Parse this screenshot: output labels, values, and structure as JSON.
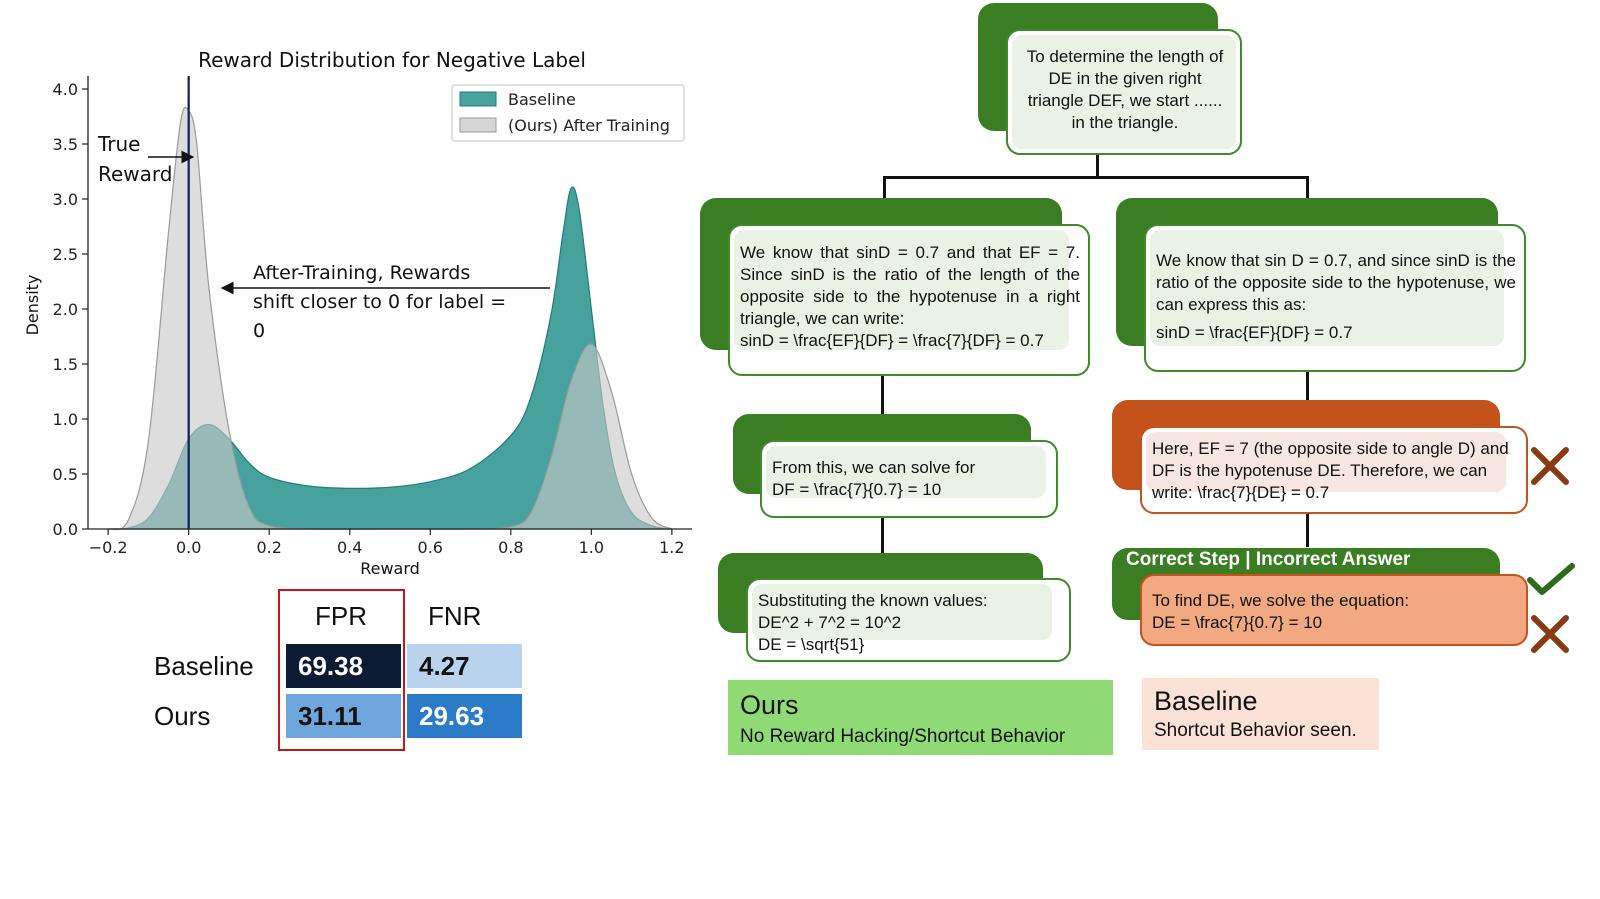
{
  "chart_data": {
    "type": "area",
    "title": "Reward Distribution for Negative Label",
    "xlabel": "Reward",
    "ylabel": "Density",
    "xlim": [
      -0.25,
      1.25
    ],
    "ylim": [
      0,
      4.1
    ],
    "xticks": [
      -0.2,
      0.0,
      0.2,
      0.4,
      0.6,
      0.8,
      1.0,
      1.2
    ],
    "xtick_labels": [
      "−0.2",
      "0.0",
      "0.2",
      "0.4",
      "0.6",
      "0.8",
      "1.0",
      "1.2"
    ],
    "yticks": [
      0.0,
      0.5,
      1.0,
      1.5,
      2.0,
      2.5,
      3.0,
      3.5,
      4.0
    ],
    "ytick_labels": [
      "0.0",
      "0.5",
      "1.0",
      "1.5",
      "2.0",
      "2.5",
      "3.0",
      "3.5",
      "4.0"
    ],
    "legend_position": "top-right",
    "true_reward_x": 0.0,
    "series": [
      {
        "name": "Baseline",
        "color": "#2e9590",
        "x": [
          -0.2,
          -0.15,
          -0.1,
          -0.05,
          0.0,
          0.05,
          0.1,
          0.15,
          0.2,
          0.3,
          0.4,
          0.5,
          0.6,
          0.7,
          0.8,
          0.85,
          0.9,
          0.93,
          0.95,
          0.97,
          1.0,
          1.03,
          1.06,
          1.1,
          1.15,
          1.2
        ],
        "y": [
          0.0,
          0.01,
          0.1,
          0.4,
          0.82,
          0.95,
          0.82,
          0.6,
          0.47,
          0.39,
          0.37,
          0.38,
          0.43,
          0.55,
          0.85,
          1.2,
          1.95,
          2.7,
          3.1,
          2.9,
          2.0,
          1.1,
          0.5,
          0.15,
          0.03,
          0.0
        ]
      },
      {
        "name": "(Ours) After Training",
        "color": "#c8c8c8",
        "x": [
          -0.2,
          -0.15,
          -0.1,
          -0.05,
          -0.02,
          0.0,
          0.02,
          0.05,
          0.1,
          0.15,
          0.2,
          0.3,
          0.5,
          0.7,
          0.8,
          0.85,
          0.9,
          0.95,
          1.0,
          1.05,
          1.1,
          1.15,
          1.2
        ],
        "y": [
          0.0,
          0.08,
          0.8,
          2.7,
          3.7,
          3.8,
          3.5,
          2.2,
          0.9,
          0.2,
          0.03,
          0.0,
          0.0,
          0.0,
          0.02,
          0.15,
          0.65,
          1.35,
          1.68,
          1.25,
          0.5,
          0.1,
          0.0
        ]
      }
    ],
    "annotations": [
      {
        "text": "True\nReward"
      },
      {
        "text": "After-Training, Rewards\nshift closer to 0 for label =\n0"
      }
    ]
  },
  "metrics": {
    "col_fpr": "FPR",
    "col_fnr": "FNR",
    "rows": [
      {
        "label": "Baseline",
        "fpr": "69.38",
        "fnr": "4.27"
      },
      {
        "label": "Ours",
        "fpr": "31.11",
        "fnr": "29.63"
      }
    ]
  },
  "tree": {
    "root": "To determine the length of DE in the given right triangle DEF, we start ...... in the triangle.",
    "left": {
      "step1": "We know that sinD = 0.7 and that EF = 7. Since sinD is the ratio of the length of the opposite side to the hypotenuse in a right triangle, we can write:",
      "step1_formula": "sinD = \\frac{EF}{DF} = \\frac{7}{DF} = 0.7",
      "step2_line1": "From this, we can solve for",
      "step2_line2": "DF = \\frac{7}{0.7} = 10",
      "step3_line1": "Substituting the known values:",
      "step3_line2": "DE^2 + 7^2 = 10^2",
      "step3_line3": "DE = \\sqrt{51}"
    },
    "right": {
      "step1": "We know that sin D = 0.7, and since sinD is the ratio of the opposite side to the hypotenuse, we can express this as:",
      "step1_formula": "sinD = \\frac{EF}{DF} = 0.7",
      "step2": "Here, EF = 7 (the opposite side to angle D) and DF is the hypotenuse DE. Therefore, we can write: \\frac{7}{DE} = 0.7",
      "step3_header": "Correct Step | Incorrect Answer",
      "step3_line1": "To find DE, we solve the equation:",
      "step3_line2": "DE = \\frac{7}{0.7} = 10"
    }
  },
  "labels": {
    "ours_title": "Ours",
    "ours_sub": "No Reward Hacking/Shortcut Behavior",
    "base_title": "Baseline",
    "base_sub": "Shortcut Behavior seen."
  }
}
